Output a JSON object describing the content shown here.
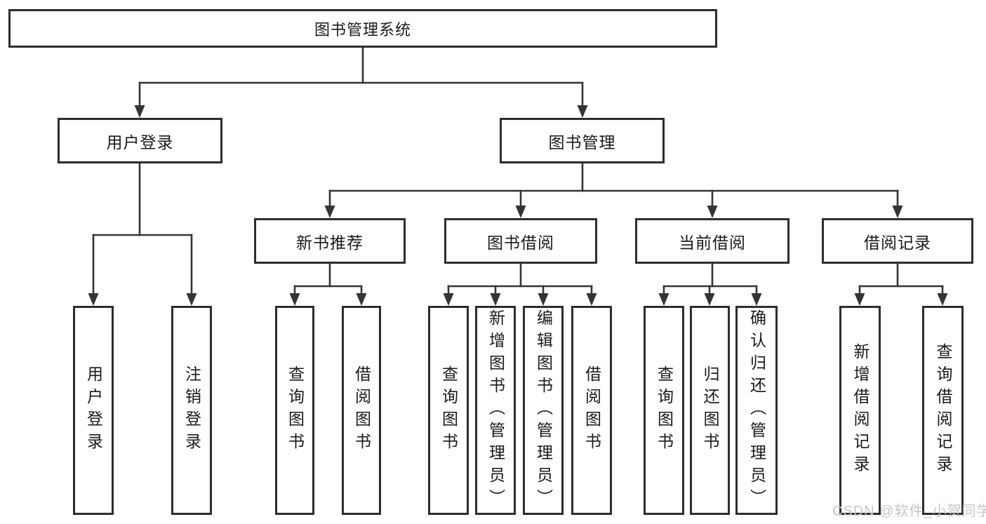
{
  "diagram": {
    "root": {
      "label": "图书管理系统"
    },
    "branches": [
      {
        "label": "用户登录",
        "children": [
          "用户登录",
          "注销登录"
        ]
      },
      {
        "label": "图书管理",
        "sections": [
          {
            "label": "新书推荐",
            "children": [
              "查询图书",
              "借阅图书"
            ]
          },
          {
            "label": "图书借阅",
            "children": [
              "查询图书",
              "新增图书（管理员）",
              "编辑图书（管理员）",
              "借阅图书"
            ]
          },
          {
            "label": "当前借阅",
            "children": [
              "查询图书",
              "归还图书",
              "确认归还（管理员）"
            ]
          },
          {
            "label": "借阅记录",
            "children": [
              "新增借阅记录",
              "查询借阅记录"
            ]
          }
        ]
      }
    ]
  },
  "watermark": {
    "text": "CSDN @软件_小贺同学"
  },
  "colors": {
    "line": "#343434",
    "box_border": "#2d2d2d",
    "box_fill": "#ffffff",
    "text": "#1a1a1a",
    "watermark": "#c6c6c6",
    "background": "#ffffff"
  }
}
